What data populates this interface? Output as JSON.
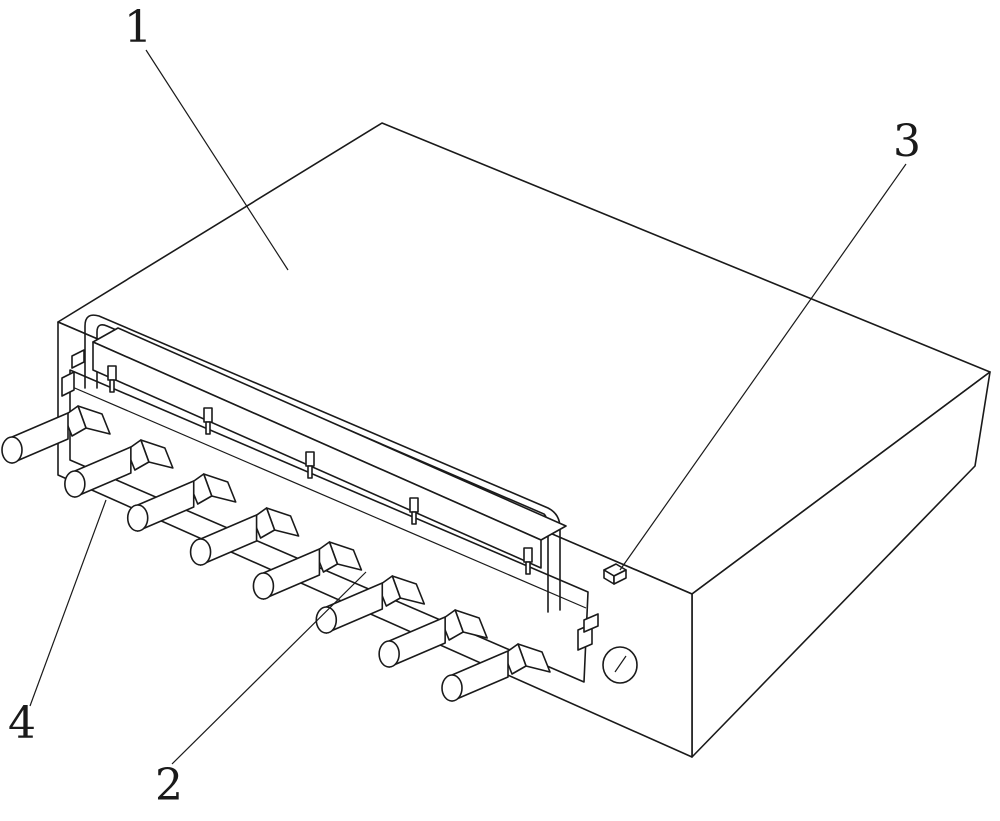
{
  "callouts": {
    "c1": "1",
    "c2": "2",
    "c3": "3",
    "c4": "4"
  },
  "colors": {
    "line": "#1a1a1a",
    "background": "#ffffff"
  },
  "connectors": {
    "count": 8
  }
}
